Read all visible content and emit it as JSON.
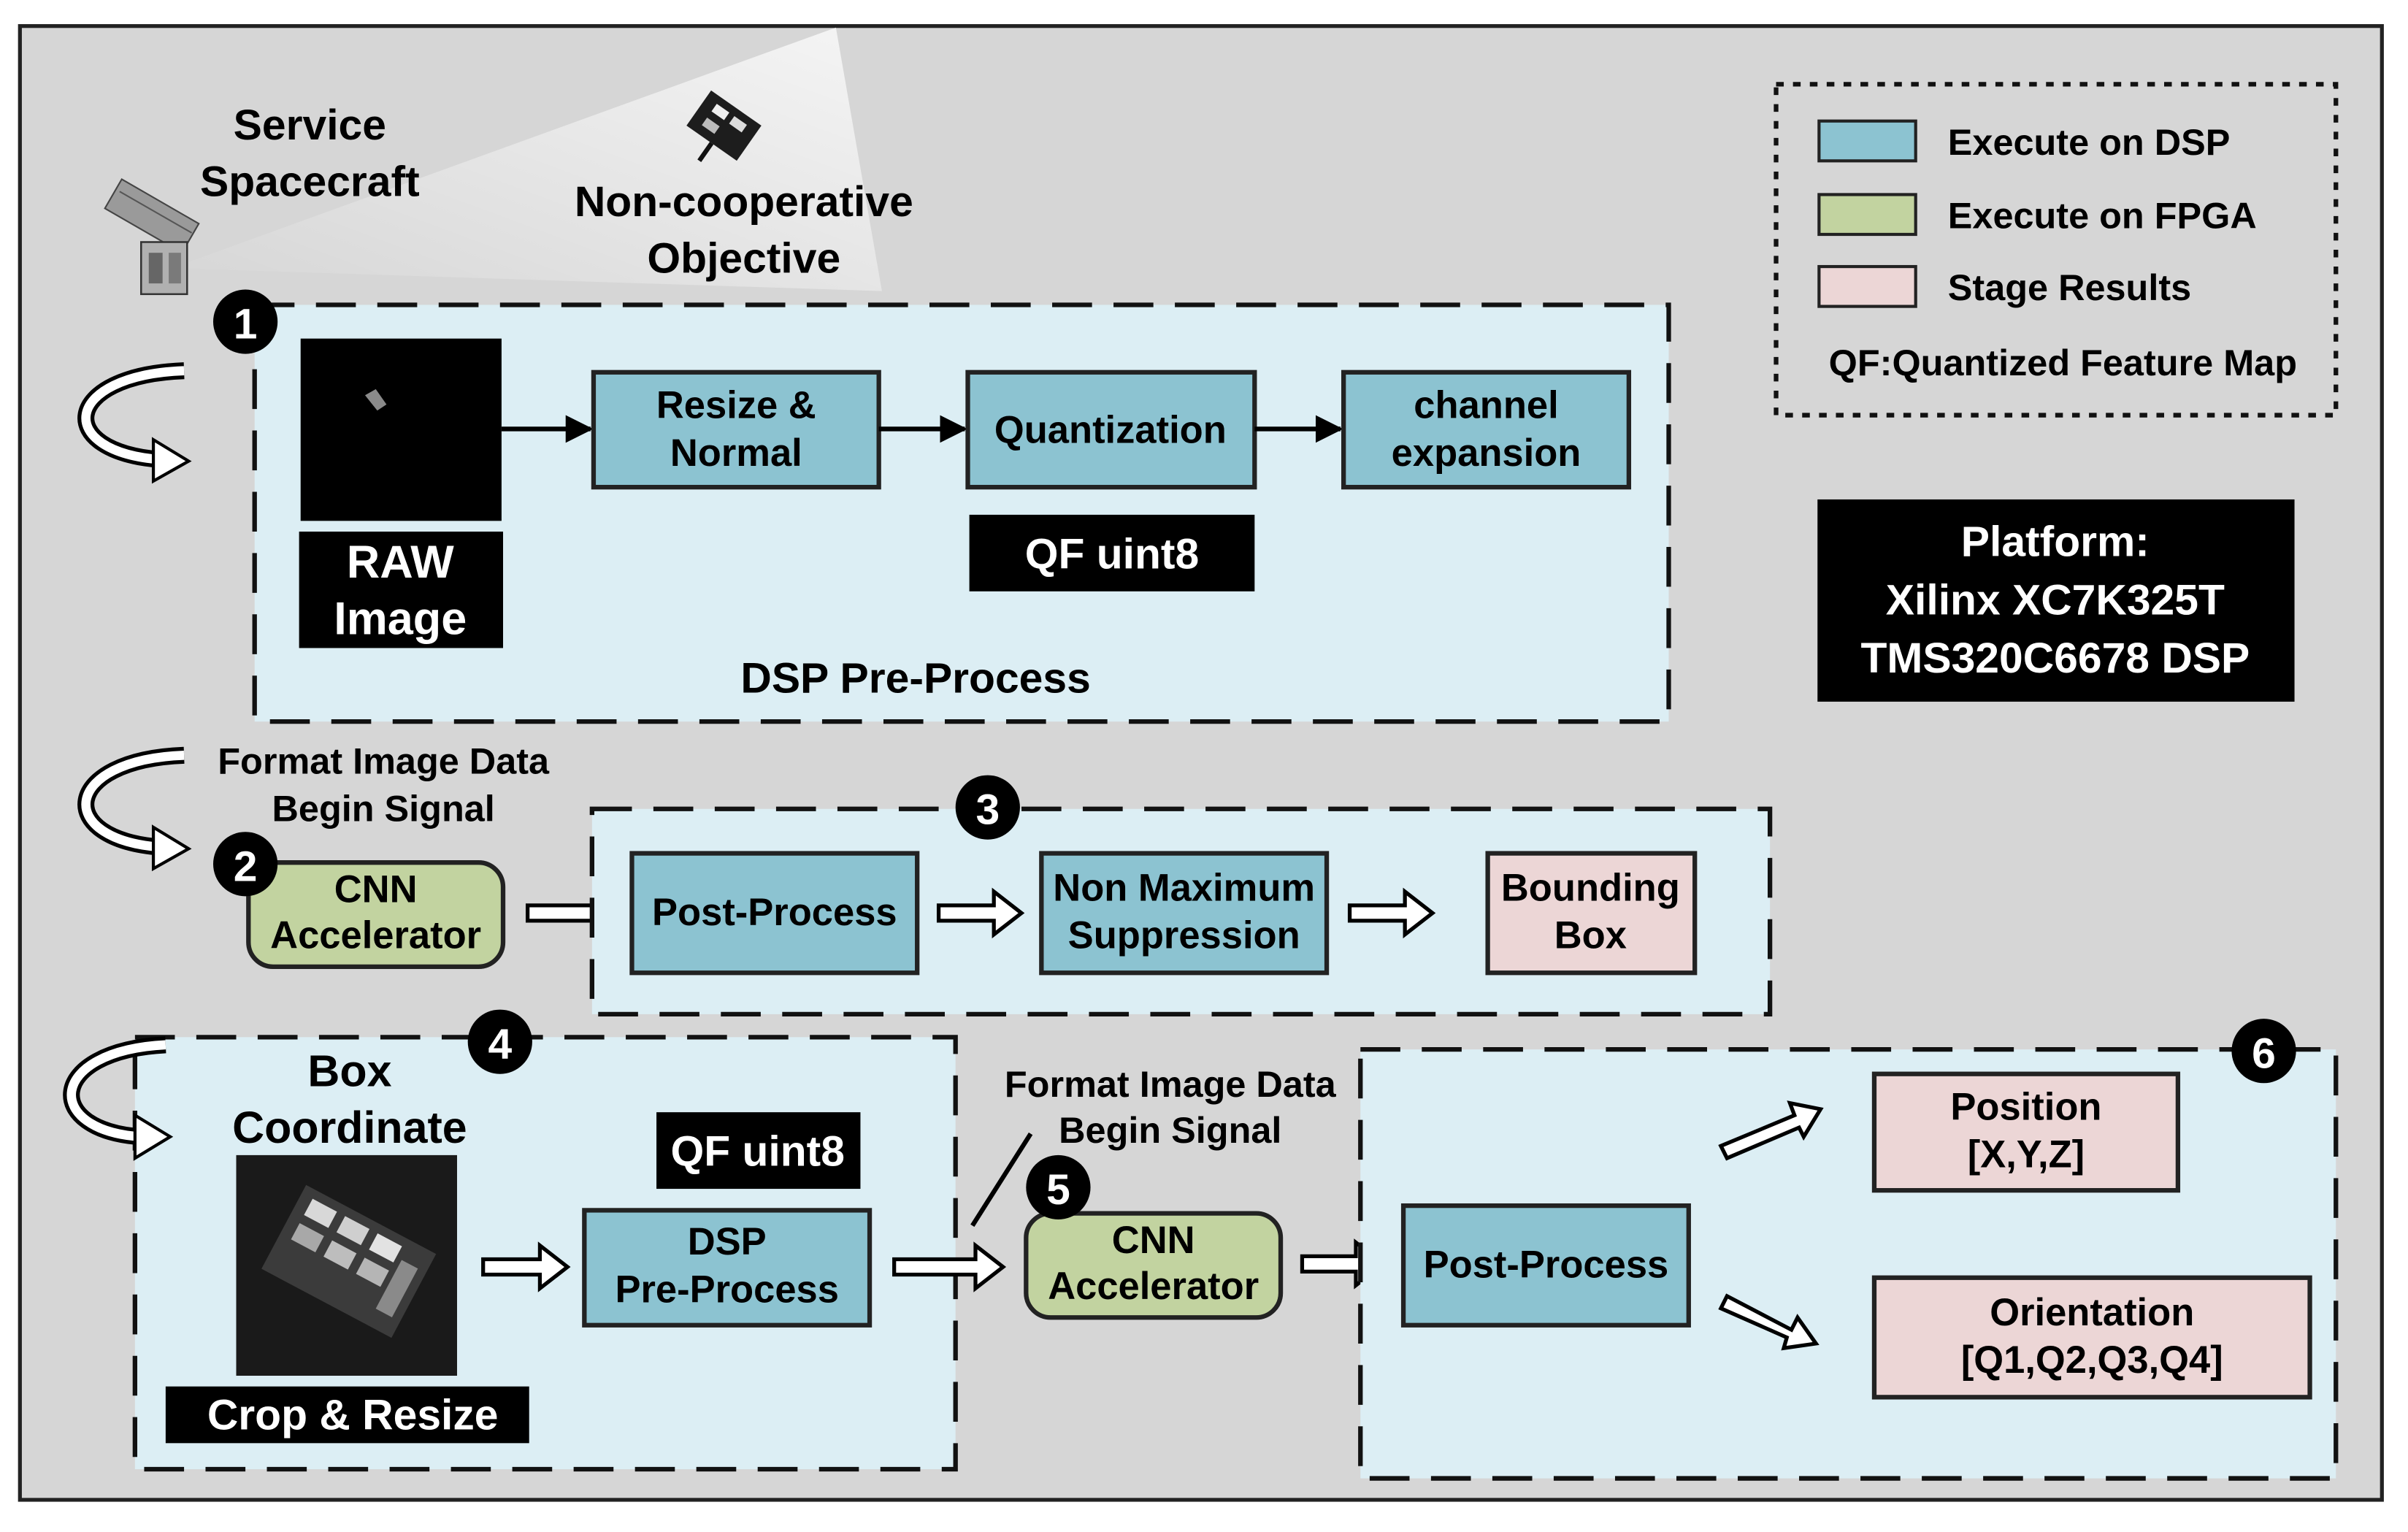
{
  "legend": {
    "dsp": "Execute on DSP",
    "fpga": "Execute on FPGA",
    "stage": "Stage Results",
    "qf_note": "QF:Quantized Feature Map"
  },
  "platform": {
    "line1": "Platform:",
    "line2": "Xilinx XC7K325T",
    "line3": "TMS320C6678 DSP"
  },
  "scene": {
    "service_1": "Service",
    "service_2": "Spacecraft",
    "objective_1": "Non-cooperative",
    "objective_2": "Objective"
  },
  "steps": {
    "s1": "1",
    "s2": "2",
    "s3": "3",
    "s4": "4",
    "s5": "5",
    "s6": "6"
  },
  "stage1": {
    "raw_1": "RAW",
    "raw_2": "Image",
    "resize_1": "Resize &",
    "resize_2": "Normal",
    "quant": "Quantization",
    "chan_1": "channel",
    "chan_2": "expansion",
    "qf": "QF uint8",
    "title": "DSP Pre-Process"
  },
  "signal_a": {
    "line1": "Format Image Data",
    "line2": "Begin Signal"
  },
  "stage2": {
    "cnn_1": "CNN",
    "cnn_2": "Accelerator"
  },
  "stage3": {
    "post": "Post-Process",
    "nms_1": "Non Maximum",
    "nms_2": "Suppression",
    "bbox_1": "Bounding",
    "bbox_2": "Box"
  },
  "stage4": {
    "box_1": "Box",
    "box_2": "Coordinate",
    "crop": "Crop & Resize",
    "qf": "QF uint8",
    "dsp_1": "DSP",
    "dsp_2": "Pre-Process"
  },
  "signal_b": {
    "line1": "Format Image Data",
    "line2": "Begin Signal"
  },
  "stage5": {
    "cnn_1": "CNN",
    "cnn_2": "Accelerator"
  },
  "stage6": {
    "post": "Post-Process",
    "pos_1": "Position",
    "pos_2": "[X,Y,Z]",
    "ori_1": "Orientation",
    "ori_2": "[Q1,Q2,Q3,Q4]"
  },
  "colors": {
    "dsp": "#8cc3d1",
    "fpga": "#c2d3a0",
    "stage": "#ecd6d6",
    "panel": "#dceef4",
    "background": "#d6d6d6"
  }
}
